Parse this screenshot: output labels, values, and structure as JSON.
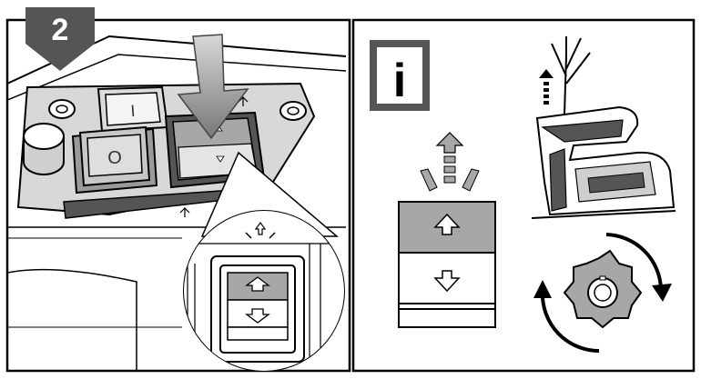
{
  "step_badge": {
    "number": "2"
  },
  "info_badge": {
    "letter": "i"
  },
  "switch_symbols": {
    "off": "O",
    "on": "I"
  },
  "colors": {
    "badge_bg": "#555555",
    "line": "#000000",
    "panel_gray": "#a7a7a7",
    "dark_gray": "#6a6a6a",
    "mid_gray": "#cfcfcf",
    "light_gray": "#e6e6e6",
    "paper": "#ffffff"
  },
  "icons": [
    "press-arrow-icon",
    "arrow-up-icon",
    "arrow-down-icon",
    "rotation-arrows-icon",
    "cutter-disc-icon",
    "branch-feed-icon",
    "info-icon"
  ]
}
